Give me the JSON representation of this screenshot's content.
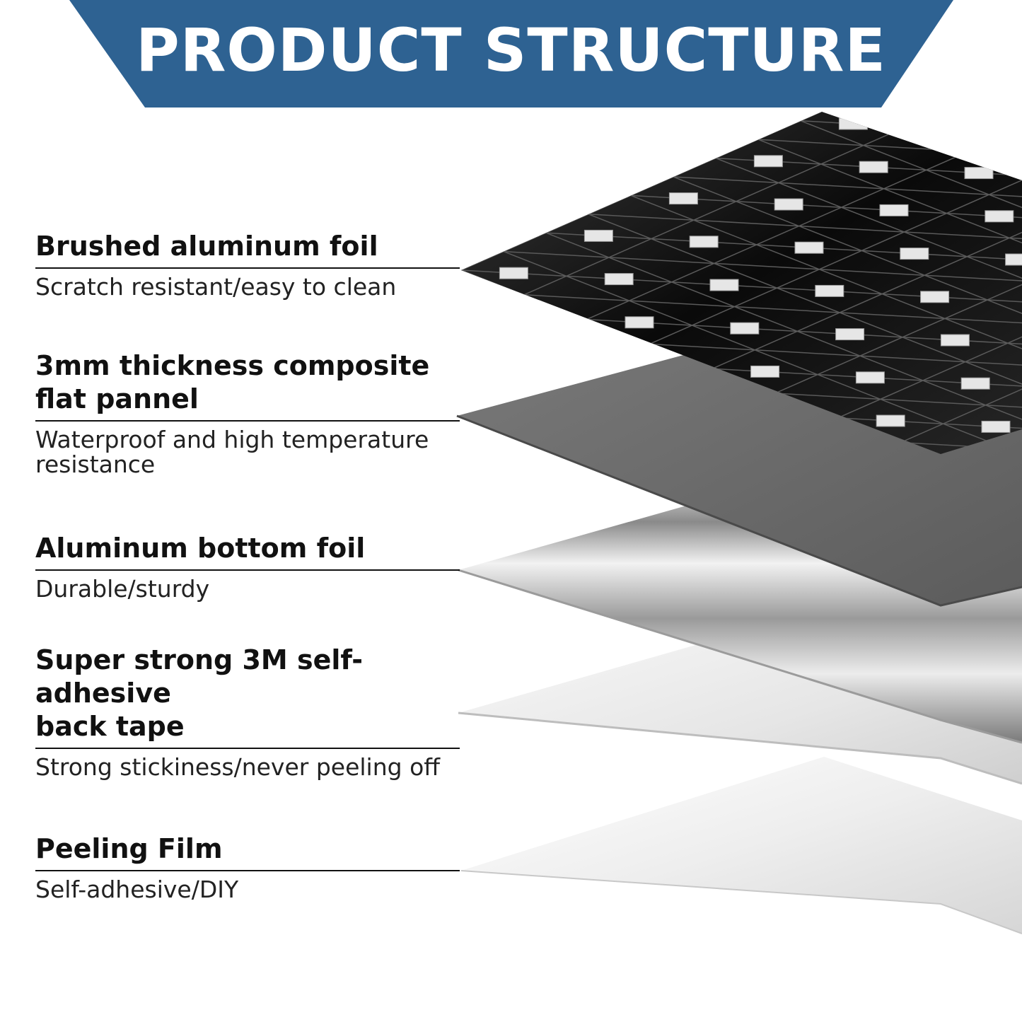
{
  "header": {
    "title": "PRODUCT STRUCTURE",
    "color": "#2e6292"
  },
  "layers": [
    {
      "title": "Brushed aluminum foil",
      "description": "Scratch resistant/easy to clean",
      "color": "#141414"
    },
    {
      "title": "3mm thickness composite\nflat pannel",
      "description": "Waterproof and high temperature\nresistance",
      "color": "#6b6b6b"
    },
    {
      "title": "Aluminum bottom foil",
      "description": "Durable/sturdy",
      "color": "#a9a9a9"
    },
    {
      "title": "Super strong 3M self-adhesive\nback tape",
      "description": "Strong stickiness/never peeling off",
      "color": "#e8e8e8"
    },
    {
      "title": "Peeling Film",
      "description": "Self-adhesive/DIY",
      "color": "#f3f3f3"
    }
  ]
}
